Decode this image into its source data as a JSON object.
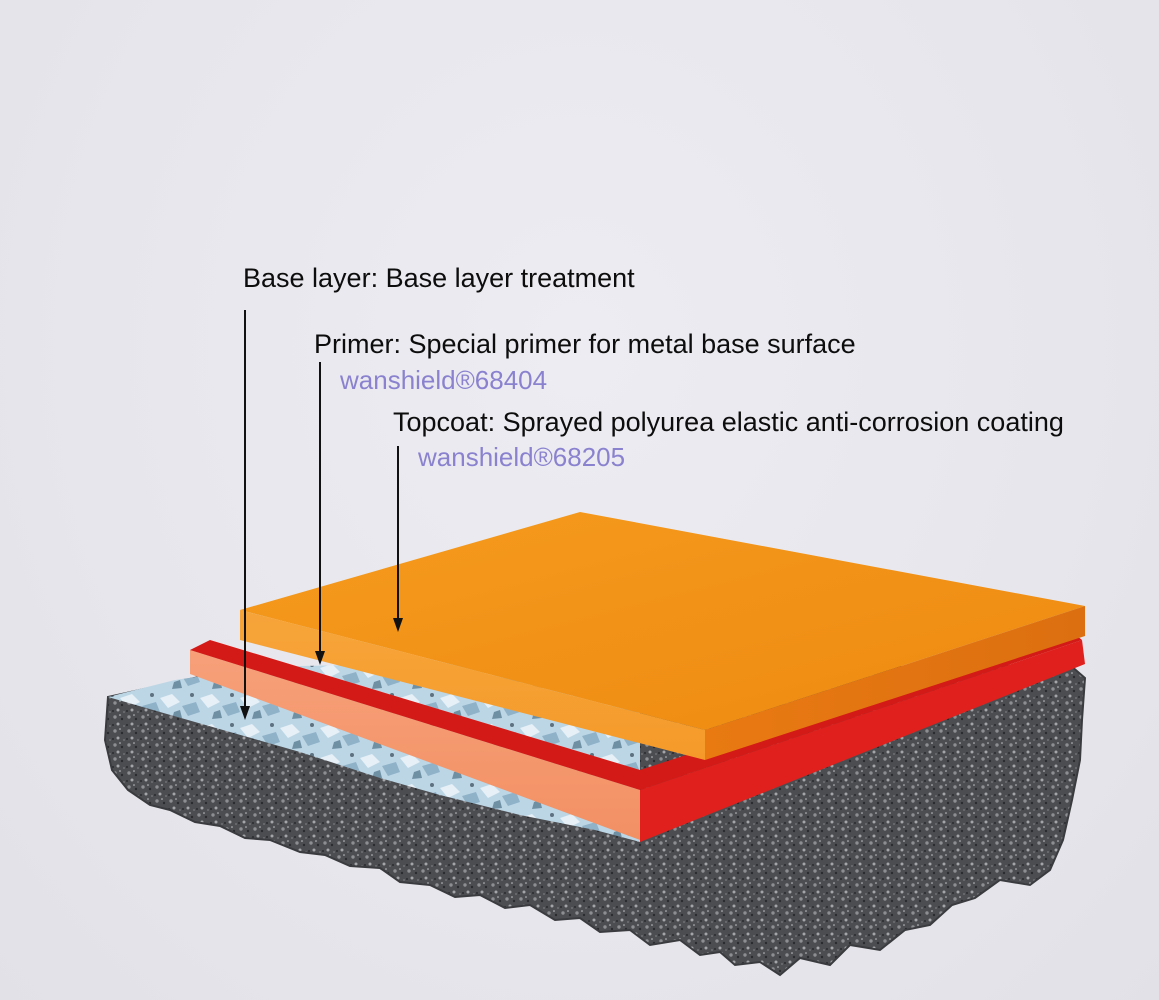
{
  "labels": {
    "base_layer": "Base layer: Base layer treatment",
    "primer": "Primer: Special primer for metal base surface",
    "primer_product": "wanshield®68404",
    "topcoat": "Topcoat: Sprayed polyurea elastic anti-corrosion coating",
    "topcoat_product": "wanshield®68205"
  },
  "colors": {
    "background": "#e8e8ee",
    "topcoat": "#f39a1a",
    "primer": "#e0201c",
    "metal_surface": "#b8d4e4",
    "concrete": "#4a4c50",
    "product_text": "#8a82cf",
    "label_text": "#0d0d0d"
  }
}
